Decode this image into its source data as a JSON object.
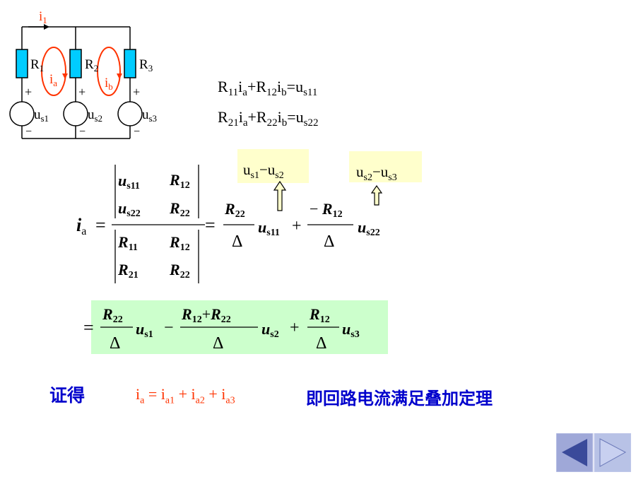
{
  "circuit": {
    "current_label": "i",
    "current_sub": "1",
    "resistors": [
      {
        "label": "R",
        "sub": "1"
      },
      {
        "label": "R",
        "sub": "2"
      },
      {
        "label": "R",
        "sub": "3"
      }
    ],
    "loops": [
      {
        "label": "i",
        "sub": "a"
      },
      {
        "label": "i",
        "sub": "b"
      }
    ],
    "sources": [
      {
        "label": "u",
        "sub": "s1"
      },
      {
        "label": "u",
        "sub": "s2"
      },
      {
        "label": "u",
        "sub": "s3"
      }
    ],
    "plus": "+",
    "minus": "−"
  },
  "equations": {
    "eq1": {
      "a": "R",
      "a_sub": "11",
      "b": "i",
      "b_sub": "a",
      "c": "+R",
      "c_sub": "12",
      "d": "i",
      "d_sub": "b",
      "e": "=u",
      "e_sub": "s11"
    },
    "eq2": {
      "a": "R",
      "a_sub": "21",
      "b": "i",
      "b_sub": "a",
      "c": "+R",
      "c_sub": "22",
      "d": "i",
      "d_sub": "b",
      "e": "=u",
      "e_sub": "s22"
    }
  },
  "callouts": {
    "left": {
      "a": "u",
      "a_sub": "s1",
      "op": "−",
      "b": "u",
      "b_sub": "s2"
    },
    "right": {
      "a": "u",
      "a_sub": "s2",
      "op": "−",
      "b": "u",
      "b_sub": "s3"
    }
  },
  "formula": {
    "lhs": "i",
    "lhs_sub": "a",
    "eq": "=",
    "u": "u",
    "R": "R",
    "s11": "s11",
    "s22": "s22",
    "r12": "12",
    "r22": "22",
    "r11": "11",
    "r21": "21",
    "delta": "Δ",
    "plus": "+",
    "minus": "−",
    "neg": "− ",
    "s1": "s1",
    "s2": "s2",
    "s3": "s3",
    "sub_s": "s",
    "sub_11": "11",
    "sub_22": "22",
    "sub_2": "2",
    "sub_3": "3"
  },
  "bottom": {
    "prefix": "证得",
    "eq_i": "i",
    "eq_a": "a",
    "eq_rest1": " = i",
    "eq_a1": "a1",
    "eq_rest2": " + i",
    "eq_a2": "a2",
    "eq_rest3": " + i",
    "eq_a3": "a3",
    "suffix": "即回路电流满足叠加定理"
  },
  "colors": {
    "wire": "#000000",
    "resistor_fill": "#00ccff",
    "loop": "#ff3300",
    "highlight_yellow": "#ffffcc",
    "highlight_green": "#ccffcc",
    "blue_text": "#0000cc",
    "nav_bg": "#9999cc"
  }
}
